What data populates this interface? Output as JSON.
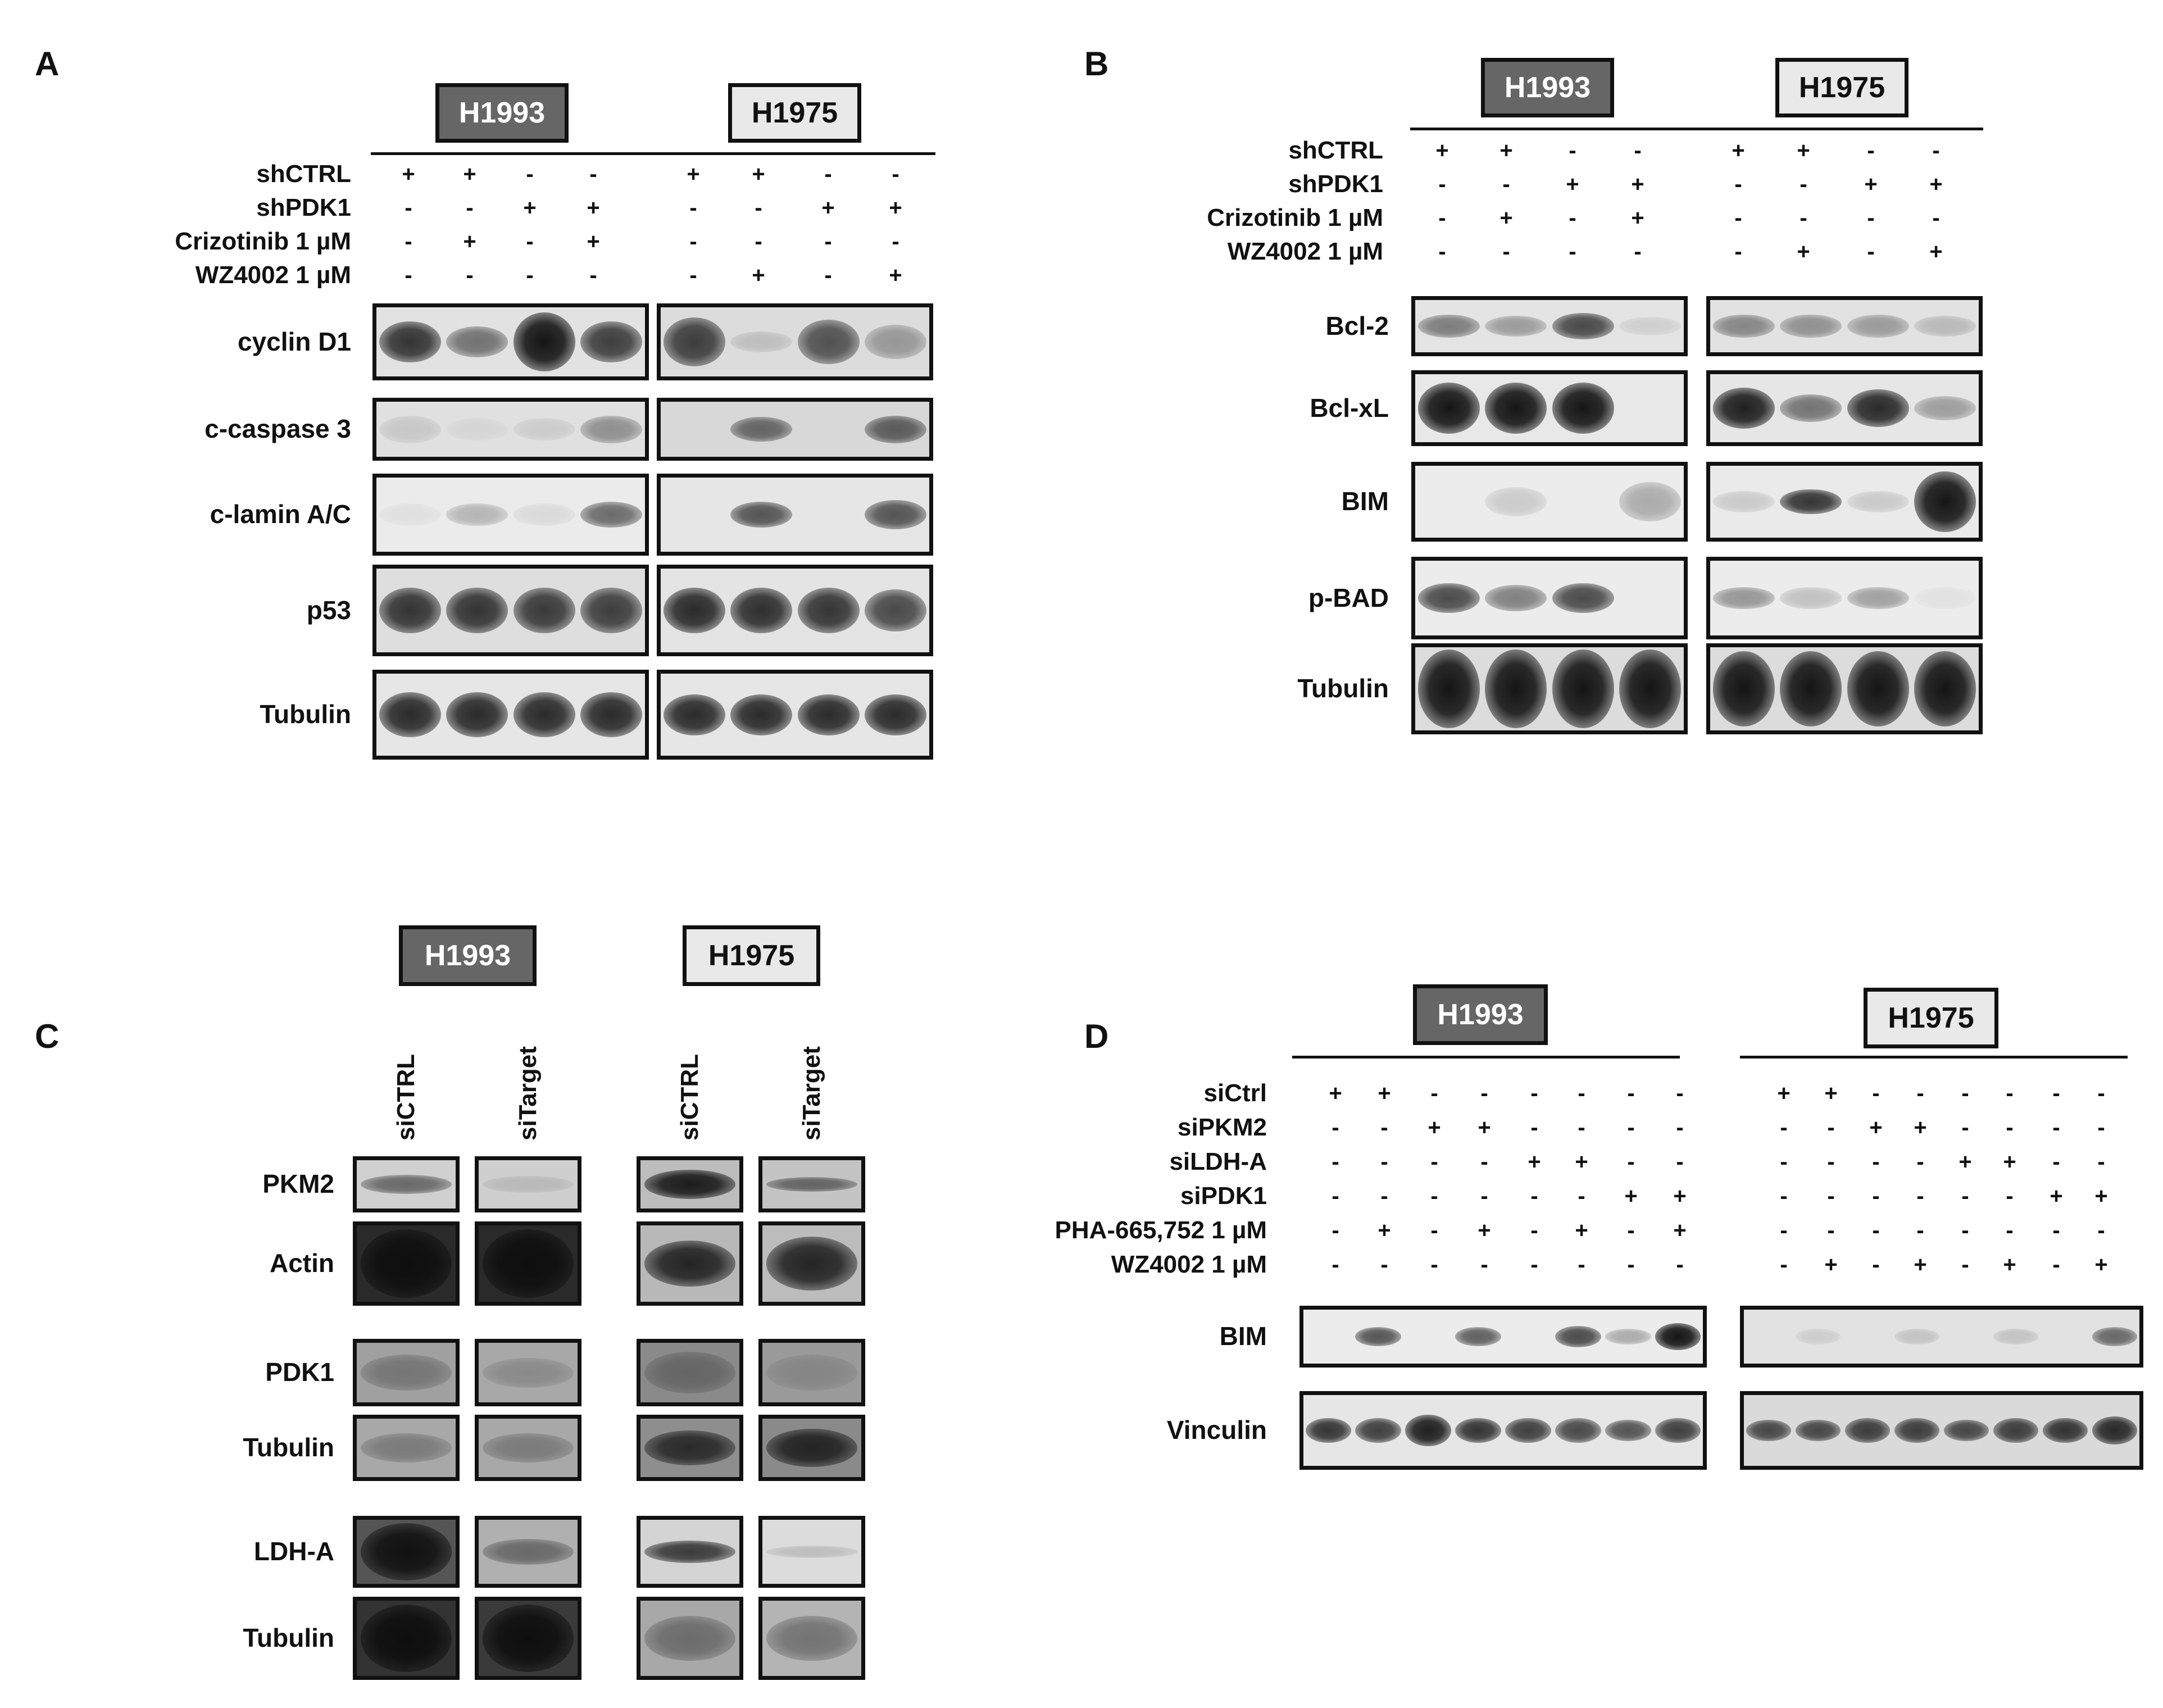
{
  "panels": [
    {
      "letter": "A",
      "cells": [
        "H1993",
        "H1975"
      ],
      "conditions": [
        {
          "label": "shCTRL",
          "values": [
            "+",
            "+",
            "-",
            "-",
            "+",
            "+",
            "-",
            "-"
          ]
        },
        {
          "label": "shPDK1",
          "values": [
            "-",
            "-",
            "+",
            "+",
            "-",
            "-",
            "+",
            "+"
          ]
        },
        {
          "label": "Crizotinib 1 µM",
          "values": [
            "-",
            "+",
            "-",
            "+",
            "-",
            "-",
            "-",
            "-"
          ]
        },
        {
          "label": "WZ4002 1 µM",
          "values": [
            "-",
            "-",
            "-",
            "-",
            "-",
            "+",
            "-",
            "+"
          ]
        }
      ],
      "blots": [
        {
          "label": "cyclin D1",
          "bands": [
            [
              0.85,
              0.6
            ],
            [
              0.55,
              0.45
            ],
            [
              1.0,
              0.85
            ],
            [
              0.8,
              0.6
            ],
            [
              0.8,
              0.7
            ],
            [
              0.15,
              0.3
            ],
            [
              0.7,
              0.65
            ],
            [
              0.35,
              0.5
            ]
          ],
          "bg": [
            "#e2e2e2",
            "#dcdcdc"
          ]
        },
        {
          "label": "c-caspase 3",
          "bands": [
            [
              0.12,
              0.5
            ],
            [
              0.05,
              0.4
            ],
            [
              0.1,
              0.4
            ],
            [
              0.4,
              0.5
            ],
            [
              0.0,
              0.4
            ],
            [
              0.6,
              0.45
            ],
            [
              0.0,
              0.4
            ],
            [
              0.65,
              0.5
            ]
          ],
          "bg": [
            "#e0e0e0",
            "#d8d8d8"
          ]
        },
        {
          "label": "c-lamin A/C",
          "bands": [
            [
              0.05,
              0.3
            ],
            [
              0.25,
              0.3
            ],
            [
              0.08,
              0.3
            ],
            [
              0.6,
              0.35
            ],
            [
              0.0,
              0.3
            ],
            [
              0.7,
              0.35
            ],
            [
              0.0,
              0.3
            ],
            [
              0.7,
              0.4
            ]
          ],
          "bg": [
            "#ebebeb",
            "#e6e6e6"
          ]
        },
        {
          "label": "p53",
          "bands": [
            [
              0.85,
              0.55
            ],
            [
              0.85,
              0.55
            ],
            [
              0.82,
              0.55
            ],
            [
              0.8,
              0.55
            ],
            [
              0.9,
              0.55
            ],
            [
              0.88,
              0.55
            ],
            [
              0.85,
              0.55
            ],
            [
              0.75,
              0.5
            ]
          ],
          "bg": [
            "#dedede",
            "#e4e4e4"
          ]
        },
        {
          "label": "Tubulin",
          "bands": [
            [
              0.9,
              0.55
            ],
            [
              0.9,
              0.55
            ],
            [
              0.9,
              0.55
            ],
            [
              0.9,
              0.55
            ],
            [
              0.9,
              0.5
            ],
            [
              0.9,
              0.5
            ],
            [
              0.9,
              0.5
            ],
            [
              0.9,
              0.5
            ]
          ],
          "bg": [
            "#e6e6e6",
            "#e6e6e6"
          ]
        }
      ]
    },
    {
      "letter": "B",
      "cells": [
        "H1993",
        "H1975"
      ],
      "conditions": [
        {
          "label": "shCTRL",
          "values": [
            "+",
            "+",
            "-",
            "-",
            "+",
            "+",
            "-",
            "-"
          ]
        },
        {
          "label": "shPDK1",
          "values": [
            "-",
            "-",
            "+",
            "+",
            "-",
            "-",
            "+",
            "+"
          ]
        },
        {
          "label": "Crizotinib 1 µM",
          "values": [
            "-",
            "+",
            "-",
            "+",
            "-",
            "-",
            "-",
            "-"
          ]
        },
        {
          "label": "WZ4002 1 µM",
          "values": [
            "-",
            "-",
            "-",
            "-",
            "-",
            "+",
            "-",
            "+"
          ]
        }
      ],
      "blots": [
        {
          "label": "Bcl-2",
          "bands": [
            [
              0.5,
              0.45
            ],
            [
              0.35,
              0.4
            ],
            [
              0.75,
              0.5
            ],
            [
              0.1,
              0.35
            ],
            [
              0.45,
              0.45
            ],
            [
              0.4,
              0.45
            ],
            [
              0.35,
              0.45
            ],
            [
              0.2,
              0.4
            ]
          ],
          "bg": [
            "#e4e4e4",
            "#e2e2e2"
          ]
        },
        {
          "label": "Bcl-xL",
          "bands": [
            [
              1.0,
              0.75
            ],
            [
              1.0,
              0.75
            ],
            [
              1.0,
              0.75
            ],
            [
              0.0,
              0.4
            ],
            [
              0.95,
              0.6
            ],
            [
              0.55,
              0.4
            ],
            [
              0.9,
              0.55
            ],
            [
              0.35,
              0.35
            ]
          ],
          "bg": [
            "#e8e8e8",
            "#e6e6e6"
          ]
        },
        {
          "label": "BIM",
          "bands": [
            [
              0.0,
              0.4
            ],
            [
              0.15,
              0.4
            ],
            [
              0.0,
              0.4
            ],
            [
              0.3,
              0.55
            ],
            [
              0.15,
              0.3
            ],
            [
              0.85,
              0.35
            ],
            [
              0.15,
              0.3
            ],
            [
              1.0,
              0.85
            ]
          ],
          "bg": [
            "#ececec",
            "#eaeaea"
          ]
        },
        {
          "label": "p-BAD",
          "bands": [
            [
              0.75,
              0.4
            ],
            [
              0.5,
              0.35
            ],
            [
              0.75,
              0.4
            ],
            [
              0.0,
              0.3
            ],
            [
              0.4,
              0.3
            ],
            [
              0.2,
              0.3
            ],
            [
              0.35,
              0.3
            ],
            [
              0.05,
              0.3
            ]
          ],
          "bg": [
            "#ececec",
            "#ececec"
          ]
        },
        {
          "label": "Tubulin",
          "bands": [
            [
              1.0,
              0.95
            ],
            [
              1.0,
              0.95
            ],
            [
              1.0,
              0.95
            ],
            [
              1.0,
              0.95
            ],
            [
              1.0,
              0.9
            ],
            [
              1.0,
              0.9
            ],
            [
              1.0,
              0.9
            ],
            [
              1.0,
              0.9
            ]
          ],
          "bg": [
            "#dcdcdc",
            "#dcdcdc"
          ]
        }
      ]
    },
    {
      "letter": "C",
      "cells": [
        "H1993",
        "H1975"
      ],
      "lanes": [
        "siCTRL",
        "siTarget",
        "siCTRL",
        "siTarget"
      ],
      "blots": [
        {
          "label": "PKM2",
          "bands": [
            [
              0.55,
              0.4
            ],
            [
              0.12,
              0.35
            ],
            [
              0.95,
              0.6
            ],
            [
              0.55,
              0.3
            ]
          ],
          "bg": [
            "#d0d0d0",
            "#cfcfcf",
            "#bdbdbd",
            "#c4c4c4"
          ]
        },
        {
          "label": "Actin",
          "bands": [
            [
              0.9,
              0.9
            ],
            [
              0.9,
              0.9
            ],
            [
              0.9,
              0.6
            ],
            [
              0.9,
              0.7
            ]
          ],
          "bg": [
            "#2a2a2a",
            "#2a2a2a",
            "#b8b8b8",
            "#bcbcbc"
          ]
        },
        {
          "label": "PDK1",
          "bands": [
            [
              0.3,
              0.6
            ],
            [
              0.2,
              0.5
            ],
            [
              0.3,
              0.7
            ],
            [
              0.15,
              0.6
            ]
          ],
          "bg": [
            "#a0a0a0",
            "#a8a8a8",
            "#8a8a8a",
            "#9a9a9a"
          ]
        },
        {
          "label": "Tubulin",
          "bands": [
            [
              0.3,
              0.5
            ],
            [
              0.3,
              0.5
            ],
            [
              0.8,
              0.6
            ],
            [
              0.85,
              0.65
            ]
          ],
          "bg": [
            "#a8a8a8",
            "#a8a8a8",
            "#8e8e8e",
            "#8a8a8a"
          ]
        },
        {
          "label": "LDH-A",
          "bands": [
            [
              0.95,
              0.9
            ],
            [
              0.45,
              0.4
            ],
            [
              0.8,
              0.35
            ],
            [
              0.15,
              0.2
            ]
          ],
          "bg": [
            "#555555",
            "#b0b0b0",
            "#d4d4d4",
            "#dcdcdc"
          ]
        },
        {
          "label": "Tubulin",
          "bands": [
            [
              0.95,
              0.9
            ],
            [
              0.95,
              0.9
            ],
            [
              0.4,
              0.6
            ],
            [
              0.4,
              0.6
            ]
          ],
          "bg": [
            "#333333",
            "#3a3a3a",
            "#a8a8a8",
            "#b4b4b4"
          ]
        }
      ]
    },
    {
      "letter": "D",
      "cells": [
        "H1993",
        "H1975"
      ],
      "conditions": [
        {
          "label": "siCtrl",
          "values": [
            "+",
            "+",
            "-",
            "-",
            "-",
            "-",
            "-",
            "-",
            "+",
            "+",
            "-",
            "-",
            "-",
            "-",
            "-",
            "-"
          ]
        },
        {
          "label": "siPKM2",
          "values": [
            "-",
            "-",
            "+",
            "+",
            "-",
            "-",
            "-",
            "-",
            "-",
            "-",
            "+",
            "+",
            "-",
            "-",
            "-",
            "-"
          ]
        },
        {
          "label": "siLDH-A",
          "values": [
            "-",
            "-",
            "-",
            "-",
            "+",
            "+",
            "-",
            "-",
            "-",
            "-",
            "-",
            "-",
            "+",
            "+",
            "-",
            "-"
          ]
        },
        {
          "label": "siPDK1",
          "values": [
            "-",
            "-",
            "-",
            "-",
            "-",
            "-",
            "+",
            "+",
            "-",
            "-",
            "-",
            "-",
            "-",
            "-",
            "+",
            "+"
          ]
        },
        {
          "label": "PHA-665,752 1 µM",
          "values": [
            "-",
            "+",
            "-",
            "+",
            "-",
            "+",
            "-",
            "+",
            "-",
            "-",
            "-",
            "-",
            "-",
            "-",
            "-",
            "-"
          ]
        },
        {
          "label": "WZ4002 1 µM",
          "values": [
            "-",
            "-",
            "-",
            "-",
            "-",
            "-",
            "-",
            "-",
            "-",
            "+",
            "-",
            "+",
            "-",
            "+",
            "-",
            "+"
          ]
        }
      ],
      "blots": [
        {
          "label": "BIM",
          "bands": [
            [
              0.0,
              0.3
            ],
            [
              0.7,
              0.35
            ],
            [
              0.0,
              0.3
            ],
            [
              0.65,
              0.35
            ],
            [
              0.0,
              0.3
            ],
            [
              0.75,
              0.4
            ],
            [
              0.3,
              0.3
            ],
            [
              1.0,
              0.5
            ],
            [
              0.0,
              0.3
            ],
            [
              0.1,
              0.3
            ],
            [
              0.0,
              0.3
            ],
            [
              0.15,
              0.3
            ],
            [
              0.0,
              0.3
            ],
            [
              0.15,
              0.3
            ],
            [
              0.0,
              0.3
            ],
            [
              0.6,
              0.35
            ]
          ],
          "bg": [
            "#ececec",
            "#e2e2e2"
          ]
        },
        {
          "label": "Vinculin",
          "bands": [
            [
              0.85,
              0.35
            ],
            [
              0.8,
              0.35
            ],
            [
              0.95,
              0.45
            ],
            [
              0.85,
              0.35
            ],
            [
              0.8,
              0.35
            ],
            [
              0.75,
              0.35
            ],
            [
              0.7,
              0.3
            ],
            [
              0.8,
              0.35
            ],
            [
              0.75,
              0.3
            ],
            [
              0.75,
              0.3
            ],
            [
              0.8,
              0.35
            ],
            [
              0.8,
              0.35
            ],
            [
              0.75,
              0.3
            ],
            [
              0.8,
              0.35
            ],
            [
              0.85,
              0.35
            ],
            [
              0.9,
              0.4
            ]
          ],
          "bg": [
            "#e6e6e6",
            "#dadada"
          ]
        }
      ]
    }
  ]
}
